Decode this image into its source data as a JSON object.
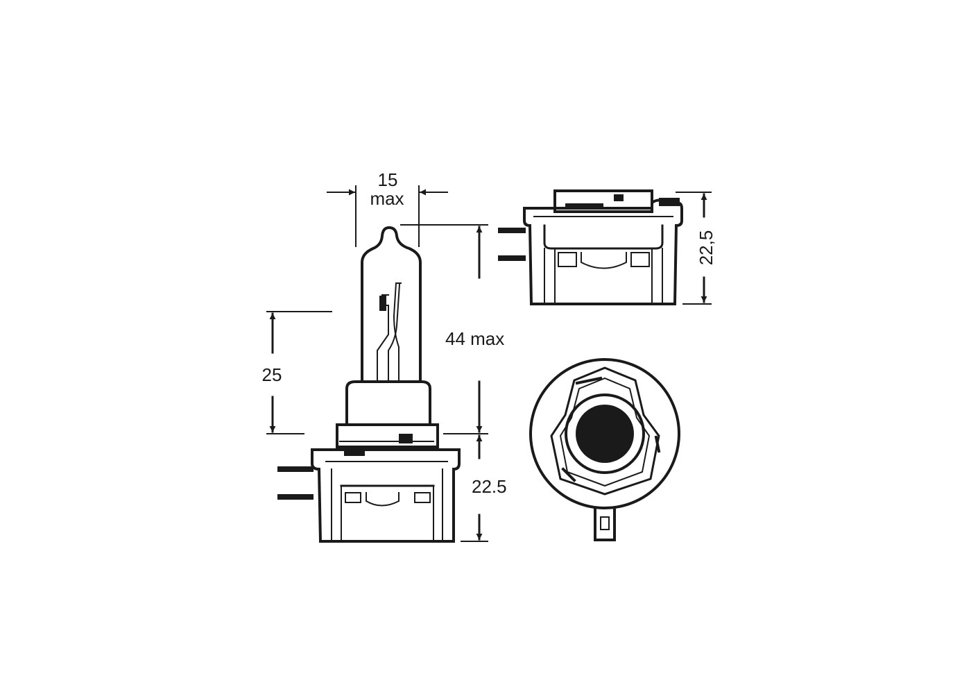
{
  "dimensions": {
    "bulb_width": "15",
    "bulb_width_qualifier": "max",
    "total_length": "44 max",
    "light_center": "25",
    "base_height": "22.5",
    "side_view_height": "22,5"
  },
  "colors": {
    "line": "#1a1a1a",
    "background": "#ffffff"
  }
}
